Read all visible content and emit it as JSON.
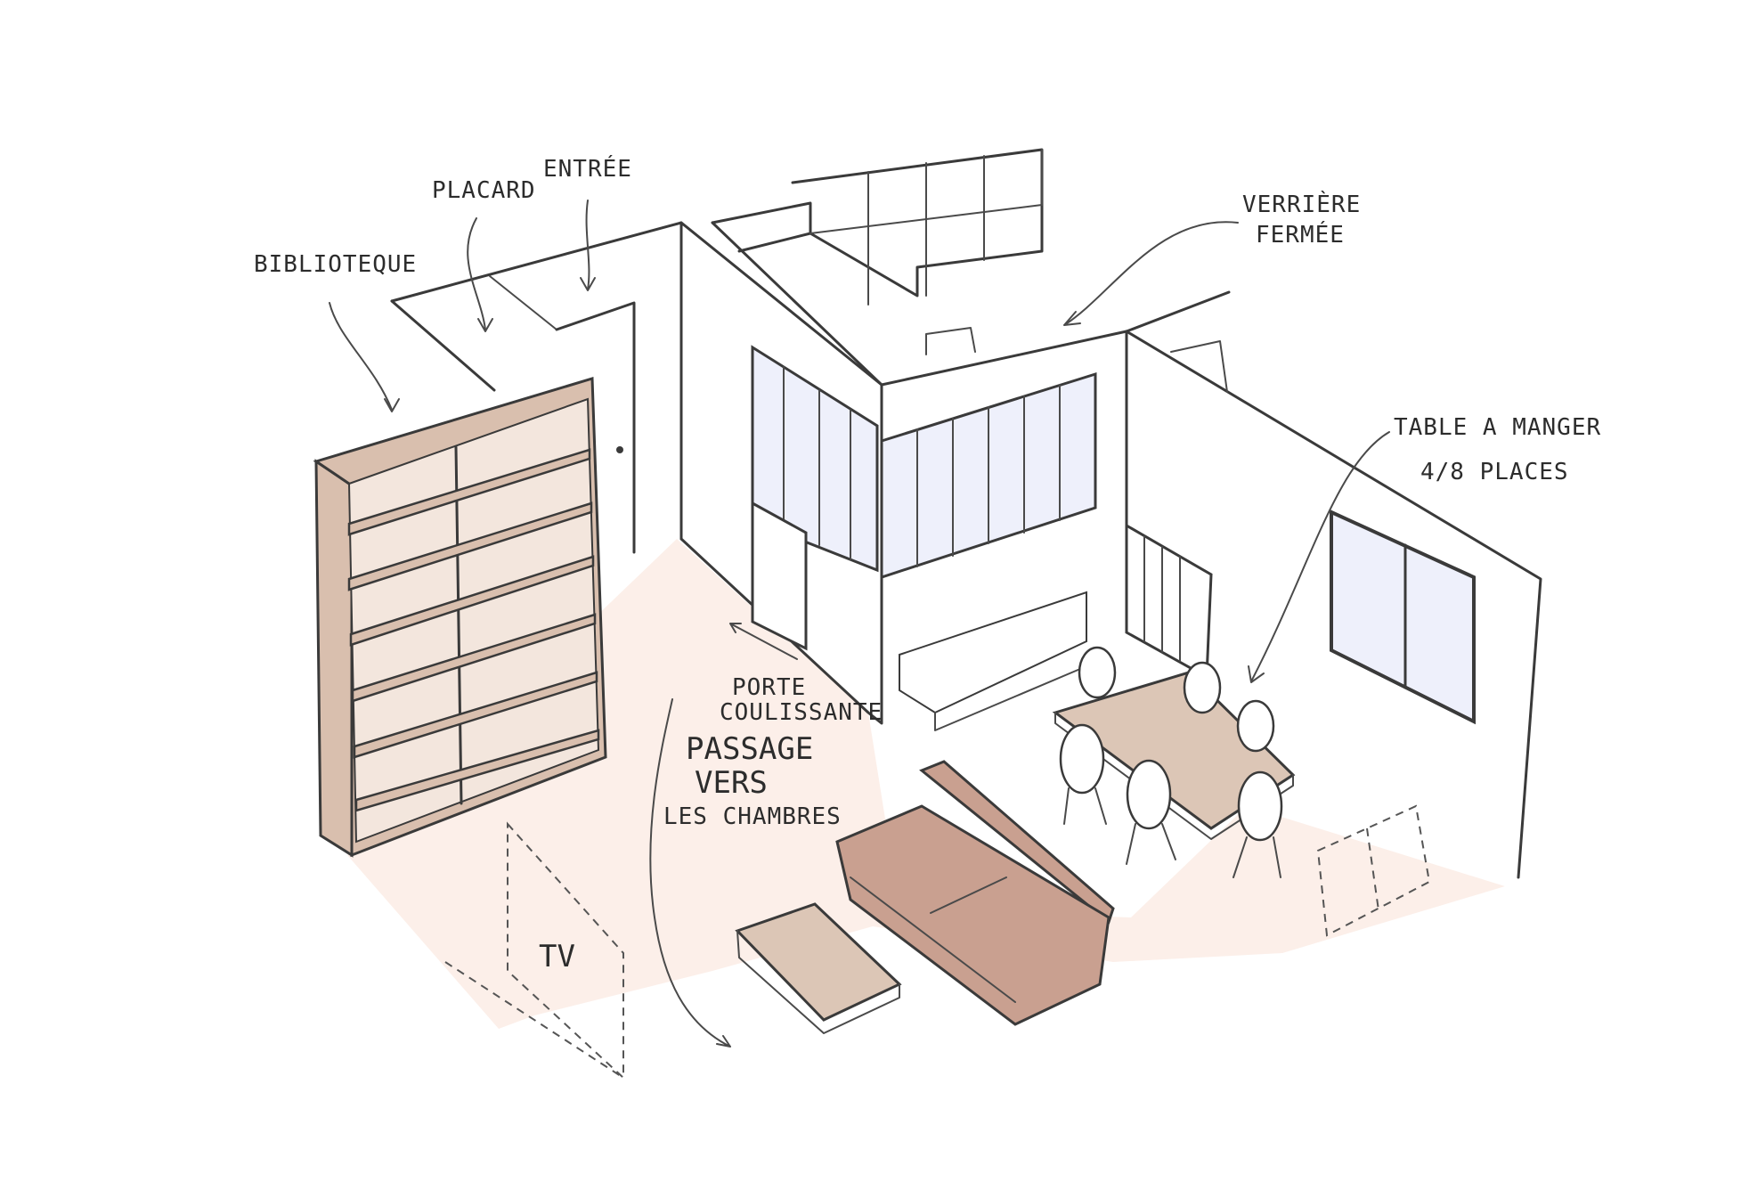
{
  "colors": {
    "floor": "#fcefe9",
    "wall": "#ffffff",
    "bookcase_wood": "#d9bfae",
    "sofa": "#c9a090",
    "table": "#dcc6b6",
    "coffee_table": "#dcc6b6",
    "window_glass": "#eef0fb",
    "ink": "#3a3a3a"
  },
  "annotations": {
    "bibliotheque": "BIBLIOTEQUE",
    "placard": "PLACARD",
    "entree": "ENTRÉE",
    "verriere_line1": "VERRIÈRE",
    "verriere_line2": "FERMÉE",
    "table_line1": "TABLE A MANGER",
    "table_line2": "4/8 PLACES",
    "porte_line1": "PORTE",
    "porte_line2": "COULISSANTE",
    "passage_line1": "PASSAGE",
    "passage_line2": "VERS",
    "passage_line3": "LES CHAMBRES",
    "tv": "TV"
  }
}
